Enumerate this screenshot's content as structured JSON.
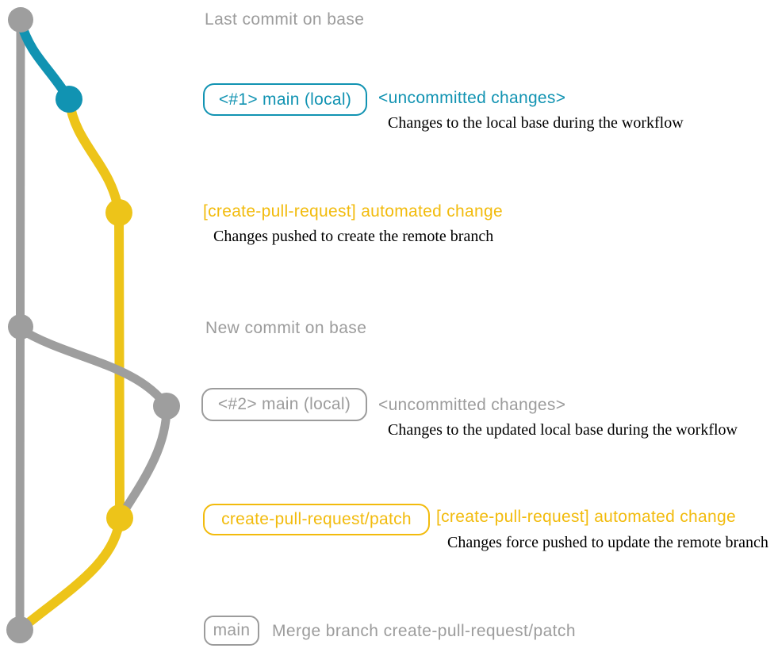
{
  "colors": {
    "gray": "#9c9c9c",
    "teal": "#1193b2",
    "gold": "#f2bb0c",
    "graph_gray": "#9e9e9e",
    "graph_gold": "#edc419"
  },
  "annotations": {
    "last_commit_label": "Last commit on base",
    "new_commit_label": "New commit on base",
    "step1": {
      "badge": "<#1> main (local)",
      "title": "<uncommitted changes>",
      "desc": "Changes to the local base during the workflow"
    },
    "step2": {
      "title": "[create-pull-request] automated change",
      "desc": "Changes pushed to create the remote branch"
    },
    "step3": {
      "badge": "<#2> main (local)",
      "title": "<uncommitted changes>",
      "desc": "Changes to the updated local base during the workflow"
    },
    "step4": {
      "badge": "create-pull-request/patch",
      "title": "[create-pull-request] automated change",
      "desc": "Changes force pushed to update the remote branch"
    },
    "step5": {
      "badge": "main",
      "message": "Merge branch create-pull-request/patch"
    }
  }
}
